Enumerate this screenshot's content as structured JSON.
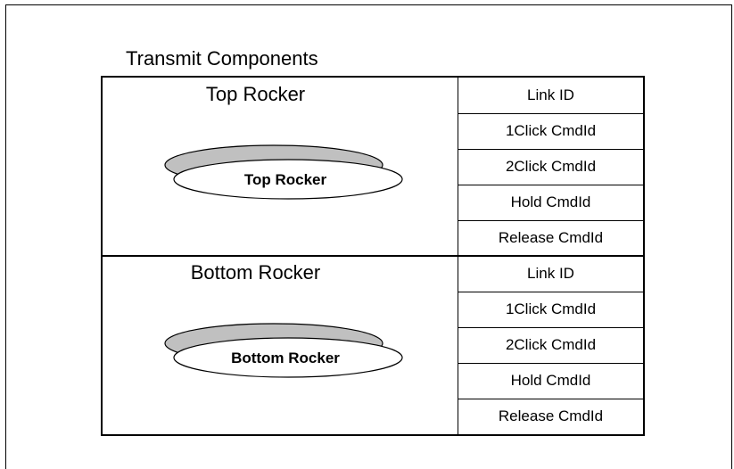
{
  "diagram": {
    "caption": "Transmit Components",
    "sections": [
      {
        "title": "Top Rocker",
        "button_label": "Top Rocker",
        "fields": [
          "Link ID",
          "1Click CmdId",
          "2Click CmdId",
          "Hold CmdId",
          "Release CmdId"
        ]
      },
      {
        "title": "Bottom Rocker",
        "button_label": "Bottom Rocker",
        "fields": [
          "Link ID",
          "1Click CmdId",
          "2Click CmdId",
          "Hold CmdId",
          "Release CmdId"
        ]
      }
    ],
    "colors": {
      "rocker_shadow": "#c0c0c0",
      "line": "#000000"
    }
  }
}
